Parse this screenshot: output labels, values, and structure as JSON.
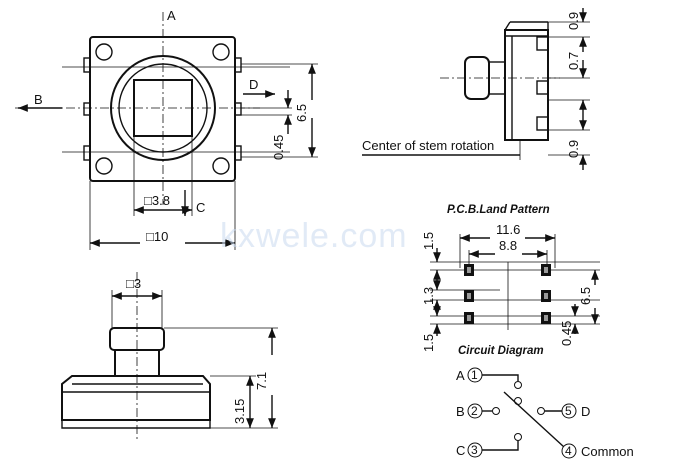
{
  "top_view": {
    "label_a": "A",
    "label_b": "B",
    "label_c": "C",
    "label_d": "D",
    "dim_stem": "□3.8",
    "dim_body": "□10",
    "dim_pin_span": "6.5",
    "dim_pin_offset": "0.45"
  },
  "side_view": {
    "dim_top": "0.9",
    "dim_mid": "0.7",
    "dim_bottom": "0.9",
    "stem_rotation_label": "Center of stem rotation"
  },
  "front_view": {
    "dim_stem": "□3",
    "dim_height": "7.1",
    "dim_body_height": "3.15"
  },
  "pcb_land": {
    "title": "P.C.B.Land Pattern",
    "dim_outer_width": "11.6",
    "dim_inner_width": "8.8",
    "dim_top": "1.5",
    "dim_pitch": "1.3",
    "dim_bottom": "1.5",
    "dim_height": "6.5",
    "dim_pad": "0.45"
  },
  "circuit": {
    "title": "Circuit Diagram",
    "pin_a_label": "A",
    "pin_b_label": "B",
    "pin_c_label": "C",
    "pin_d_label": "D",
    "pin1": "1",
    "pin2": "2",
    "pin3": "3",
    "pin4": "4",
    "pin5": "5",
    "common_label": "Common"
  },
  "watermark": "kxwele.com"
}
